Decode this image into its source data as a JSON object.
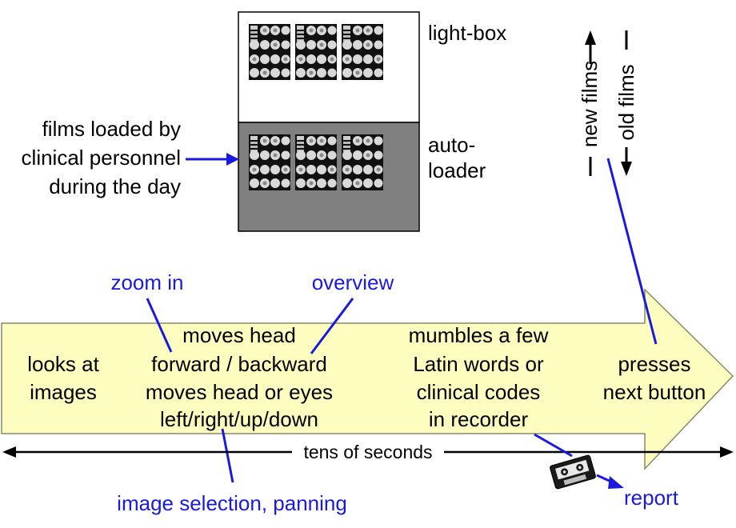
{
  "colors": {
    "arrow_fill": "#fdfdc0",
    "arrow_stroke": "#8a8a6a",
    "lightbox_fill": "#ffffff",
    "autoloader_fill": "#808080",
    "annotation_blue": "#1a1adc",
    "text_black": "#000000"
  },
  "viewer": {
    "lightbox_label": "light-box",
    "autoloader_label_1": "auto-",
    "autoloader_label_2": "loader"
  },
  "films_loaded": {
    "line_1": "films loaded by",
    "line_2": "clinical personnel",
    "line_3": "during the day"
  },
  "film_direction": {
    "new_films": "new films",
    "old_films": "old films"
  },
  "timeline": {
    "step_look": {
      "line_1": "looks at",
      "line_2": "images"
    },
    "step_move": {
      "line_1": "moves head",
      "line_2": "forward / backward",
      "line_3": "moves head or eyes",
      "line_4": "left/right/up/down"
    },
    "step_mumble": {
      "line_1": "mumbles a few",
      "line_2": "Latin words or",
      "line_3": "clinical codes",
      "line_4": "in recorder"
    },
    "step_press": {
      "line_1": "presses",
      "line_2": "next button"
    },
    "duration_label": "tens of seconds"
  },
  "annotations": {
    "zoom_in": "zoom in",
    "overview": "overview",
    "image_selection": "image selection, panning",
    "report": "report"
  },
  "icons": {
    "film_sheet": "film-sheet-icon",
    "cassette": "cassette-recorder-icon"
  }
}
